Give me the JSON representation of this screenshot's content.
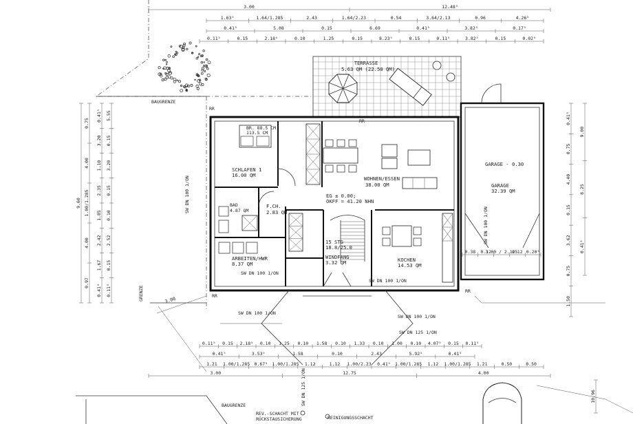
{
  "rooms": {
    "terrace": {
      "name": "TERRASSE",
      "area": "5.63 QM (22.50 QM)"
    },
    "bedroom": {
      "name": "SCHLAFEN 1",
      "area": "16.00 QM"
    },
    "living": {
      "name": "WOHNEN/ESSEN",
      "area": "38.00 QM"
    },
    "garage_level": "GARAGE - 0.30",
    "garage": {
      "name": "GARAGE",
      "area": "32.39 QM"
    },
    "bath": {
      "name": "BAD",
      "area": "4.87 QM"
    },
    "wc": {
      "name": "F.CH.",
      "area": "2.83 QM"
    },
    "utility": {
      "name": "ARBEITEN/HWR",
      "area": "8.37 QM"
    },
    "stairs": {
      "name": "15 STG",
      "spec": "18.8/25.0"
    },
    "vestibule": {
      "name": "WINDFANG",
      "area": "3.32 QM"
    },
    "kitchen": {
      "name": "KOCHEN",
      "area": "14.53 QM"
    }
  },
  "levels": {
    "floor": "EG ± 0.00;",
    "okff": "OKFF = 41.20 NHN"
  },
  "labels": {
    "baugrenze": "BAUGRENZE",
    "grenze": "GRENZE",
    "revision": "REV.-SCHACHT MIT",
    "backflow": "RÜCKSTAUSICHERUNG",
    "cleaning": "REINIGUNGSSCHACHT",
    "rr": "RR",
    "sw100": "SW DN 100 1/ON",
    "sw125": "SW DN 125 1/ON",
    "br_bed": "BR. 88.5 CM",
    "br_bed2": "113.5 CM"
  },
  "dims": {
    "top1": [
      "3.00",
      "12.48⁵"
    ],
    "top2": [
      "1.63⁵",
      "1.64/1.285",
      "2.43",
      "1.64/2.23",
      "0.54",
      "3.64/2.13",
      "0.96",
      "4.26⁵"
    ],
    "top3": [
      "0.41⁵",
      "5.08",
      "0.15",
      "6.69",
      "0.41⁵",
      "3.82⁵",
      "0.17⁵"
    ],
    "top4": [
      "0.11⁵",
      "0.15",
      "2.18⁵",
      "0.10",
      "1.25",
      "0.15",
      "8.23⁵",
      "0.15",
      "0.11⁵",
      "3.82⁵",
      "0.15",
      "0.02⁵"
    ],
    "left1": [
      "0.75",
      "4.00",
      "1.00/1.285",
      "4.00",
      "0.97"
    ],
    "left2": [
      "9.60"
    ],
    "left3": [
      "0.41⁵",
      "3.20",
      "1.10",
      "2.35",
      "1.85",
      "2.42",
      "1.67",
      "0.41⁵"
    ],
    "left4": [
      "5.55",
      "0.15",
      "3.20",
      "0.15",
      "0.10",
      "2.52",
      "0.15",
      "0.11⁵"
    ],
    "right1": [
      "0.41⁵",
      "0.75",
      "4.40",
      "0.15",
      "3.62",
      "0.75",
      "1.50"
    ],
    "right2": [
      "9.00",
      "8.25",
      "0.41⁵"
    ],
    "bottom1": [
      "0.11⁵",
      "0.15",
      "2.18⁵",
      "0.10",
      "1.25",
      "0.10",
      "1.58",
      "0.10",
      "1.33",
      "0.10",
      "1.00",
      "0.10",
      "4.07⁵",
      "0.15",
      "0.11⁵"
    ],
    "bottom2": [
      "0.41⁵",
      "3.53⁵",
      "1.58",
      "0.10",
      "2.43",
      "5.92⁵",
      "0.41⁵"
    ],
    "bottom3": [
      "1.21",
      "1.00/1.285",
      "0.67⁵",
      "1.00/1.285",
      "1.12",
      "1.12",
      "1.00/2.23",
      "0.41⁵",
      "1.00/1.285",
      "1.12",
      "1.00/1.285",
      "1.21",
      "0.50",
      "0.50"
    ],
    "bottom4": [
      "3.00",
      "12.75",
      "4.00"
    ],
    "garage_inner": [
      "0.38",
      "0.12",
      "3.00 / 2.125",
      "0.12",
      "0.20⁵"
    ],
    "side_far": [
      "10.96"
    ],
    "diag": [
      "3.00"
    ]
  }
}
